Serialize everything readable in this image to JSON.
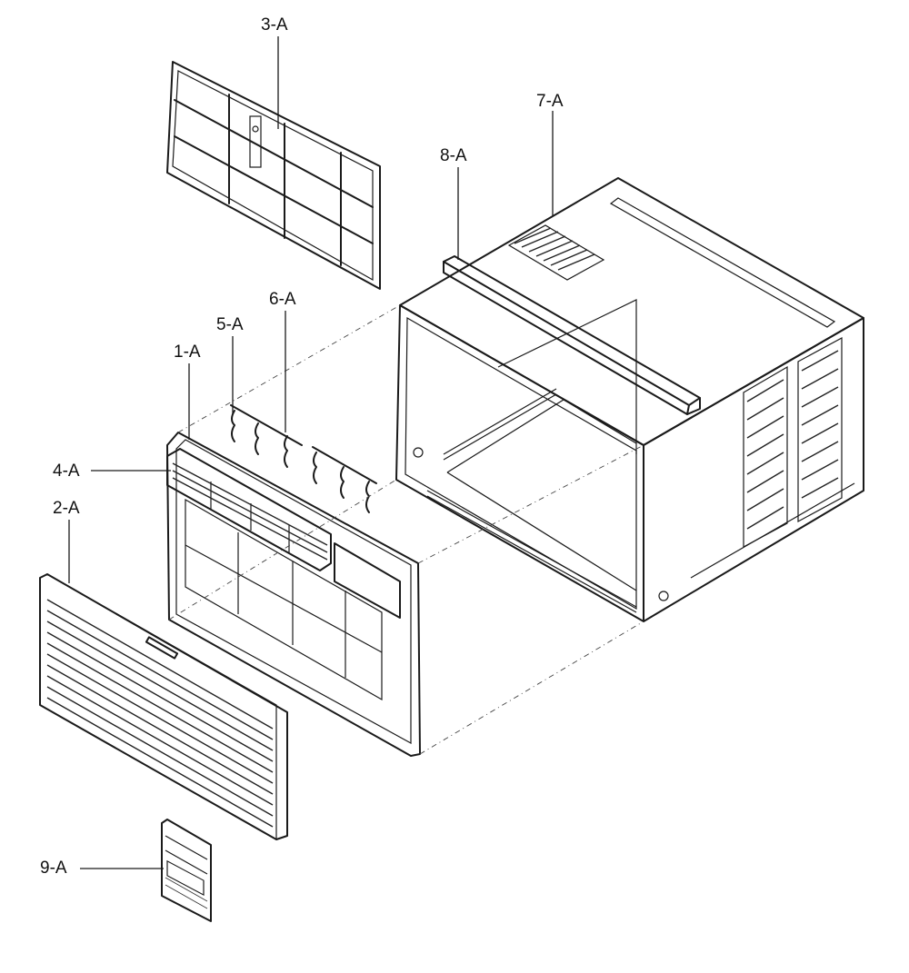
{
  "parts": [
    {
      "id": "1-A"
    },
    {
      "id": "2-A"
    },
    {
      "id": "3-A"
    },
    {
      "id": "4-A"
    },
    {
      "id": "5-A"
    },
    {
      "id": "6-A"
    },
    {
      "id": "7-A"
    },
    {
      "id": "8-A"
    },
    {
      "id": "9-A"
    }
  ]
}
